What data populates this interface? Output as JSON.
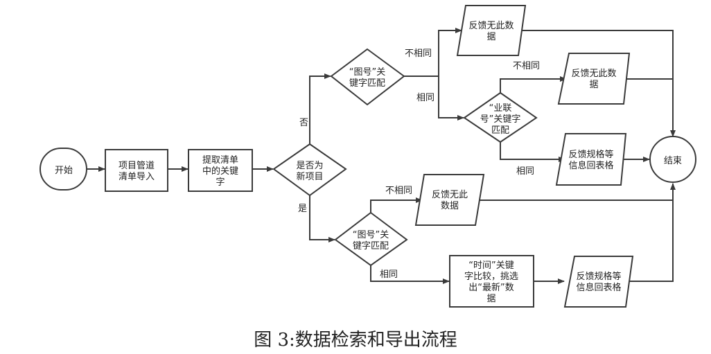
{
  "caption": "图 3:数据检索和导出流程",
  "nodes": {
    "start": [
      "开始"
    ],
    "import": [
      "项目管道",
      "清单导入"
    ],
    "extract": [
      "提取清单",
      "中的关键",
      "字"
    ],
    "isnew": [
      "是否为",
      "新项目"
    ],
    "tuhao_top": [
      "“图号”关",
      "键字匹配"
    ],
    "nodata_1": [
      "反馈无此数",
      "据"
    ],
    "yelian": [
      "“业联",
      "号”关键字",
      "匹配"
    ],
    "nodata_2": [
      "反馈无此数",
      "据"
    ],
    "spec_1": [
      "反馈规格等",
      "信息回表格"
    ],
    "end": [
      "结束"
    ],
    "nodata_3": [
      "反馈无此",
      "数据"
    ],
    "tuhao_bottom": [
      "“图号”关",
      "键字匹配"
    ],
    "time": [
      "“时间”关键",
      "字比较，挑选",
      "出“最新”数",
      "据"
    ],
    "spec_2": [
      "反馈规格等",
      "信息回表格"
    ]
  },
  "edge_labels": {
    "no": "否",
    "yes": "是",
    "mismatch_1": "不相同",
    "match_1": "相同",
    "mismatch_2": "不相同",
    "match_2": "相同",
    "mismatch_3": "不相同",
    "match_3": "相同"
  }
}
